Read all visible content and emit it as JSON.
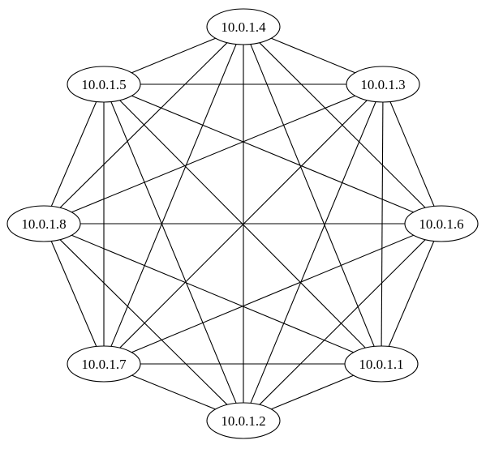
{
  "graph": {
    "nodes": [
      {
        "id": "n4",
        "label": "10.0.1.4"
      },
      {
        "id": "n5",
        "label": "10.0.1.5"
      },
      {
        "id": "n3",
        "label": "10.0.1.3"
      },
      {
        "id": "n8",
        "label": "10.0.1.8"
      },
      {
        "id": "n6",
        "label": "10.0.1.6"
      },
      {
        "id": "n7",
        "label": "10.0.1.7"
      },
      {
        "id": "n1",
        "label": "10.0.1.1"
      },
      {
        "id": "n2",
        "label": "10.0.1.2"
      }
    ],
    "edges": "complete",
    "colors": {
      "stroke": "#000000",
      "fill": "#ffffff"
    }
  }
}
